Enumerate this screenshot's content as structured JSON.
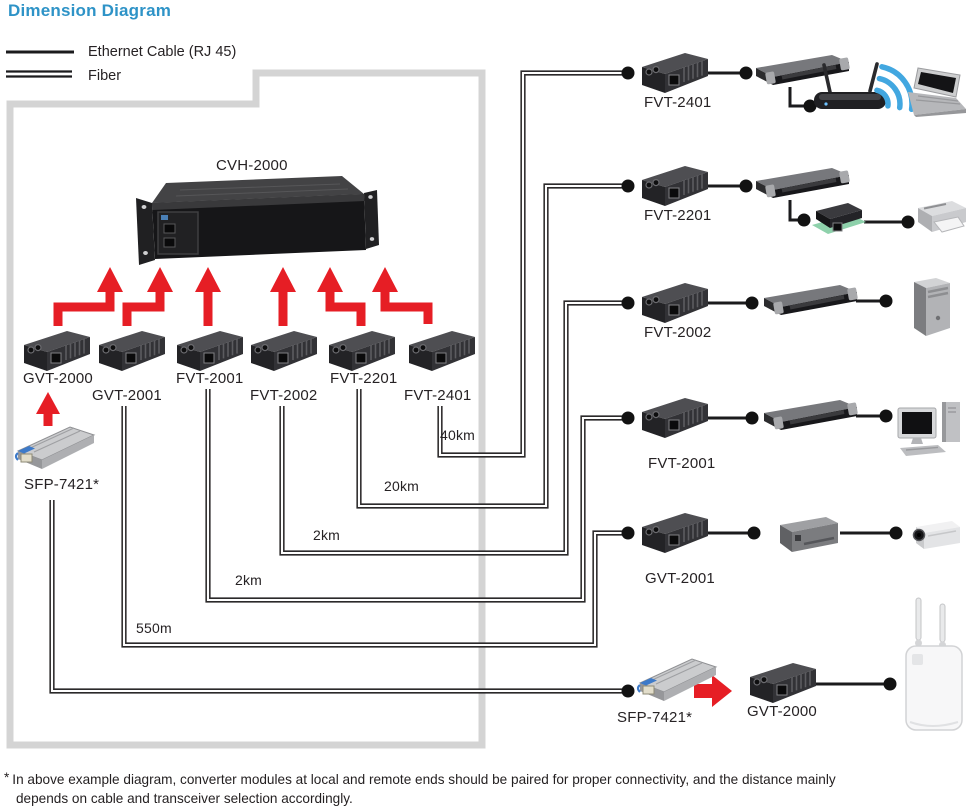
{
  "title": "Dimension Diagram",
  "legend": {
    "ethernet_label": "Ethernet Cable (RJ 45)",
    "fiber_label": "Fiber"
  },
  "chassis_label": "CVH-2000",
  "local": {
    "converters": [
      {
        "label": "GVT-2000"
      },
      {
        "label": "GVT-2001"
      },
      {
        "label": "FVT-2001"
      },
      {
        "label": "FVT-2002"
      },
      {
        "label": "FVT-2201"
      },
      {
        "label": "FVT-2401"
      }
    ],
    "sfp_label": "SFP-7421*"
  },
  "distances": [
    "40km",
    "20km",
    "2km",
    "2km",
    "550m"
  ],
  "remote": {
    "rows": [
      {
        "label": "FVT-2401",
        "devices": [
          "media-converter",
          "rack-switch",
          "wireless-router",
          "laptop"
        ]
      },
      {
        "label": "FVT-2201",
        "devices": [
          "media-converter",
          "rack-switch",
          "print-server",
          "printer"
        ]
      },
      {
        "label": "FVT-2002",
        "devices": [
          "media-converter",
          "rack-switch",
          "tower-pc"
        ]
      },
      {
        "label": "FVT-2001",
        "devices": [
          "media-converter",
          "rack-switch",
          "desktop-pc"
        ]
      },
      {
        "label": "GVT-2001",
        "devices": [
          "media-converter",
          "video-server",
          "ip-camera"
        ]
      },
      {
        "label": "SFP-7421*",
        "converter_label": "GVT-2000",
        "devices": [
          "sfp-module",
          "media-converter",
          "outdoor-ap"
        ]
      }
    ]
  },
  "footnote": {
    "marker": "*",
    "line1": "In above example diagram, converter modules at local and remote ends should be paired for proper connectivity, and the distance mainly",
    "line2": "depends on cable and transceiver selection accordingly."
  },
  "colors": {
    "title_blue": "#2e93c7",
    "arrow_red": "#e61e25",
    "wifi_blue": "#42a7e0",
    "border_gray": "#d4d4d4",
    "line_black": "#231f20"
  }
}
